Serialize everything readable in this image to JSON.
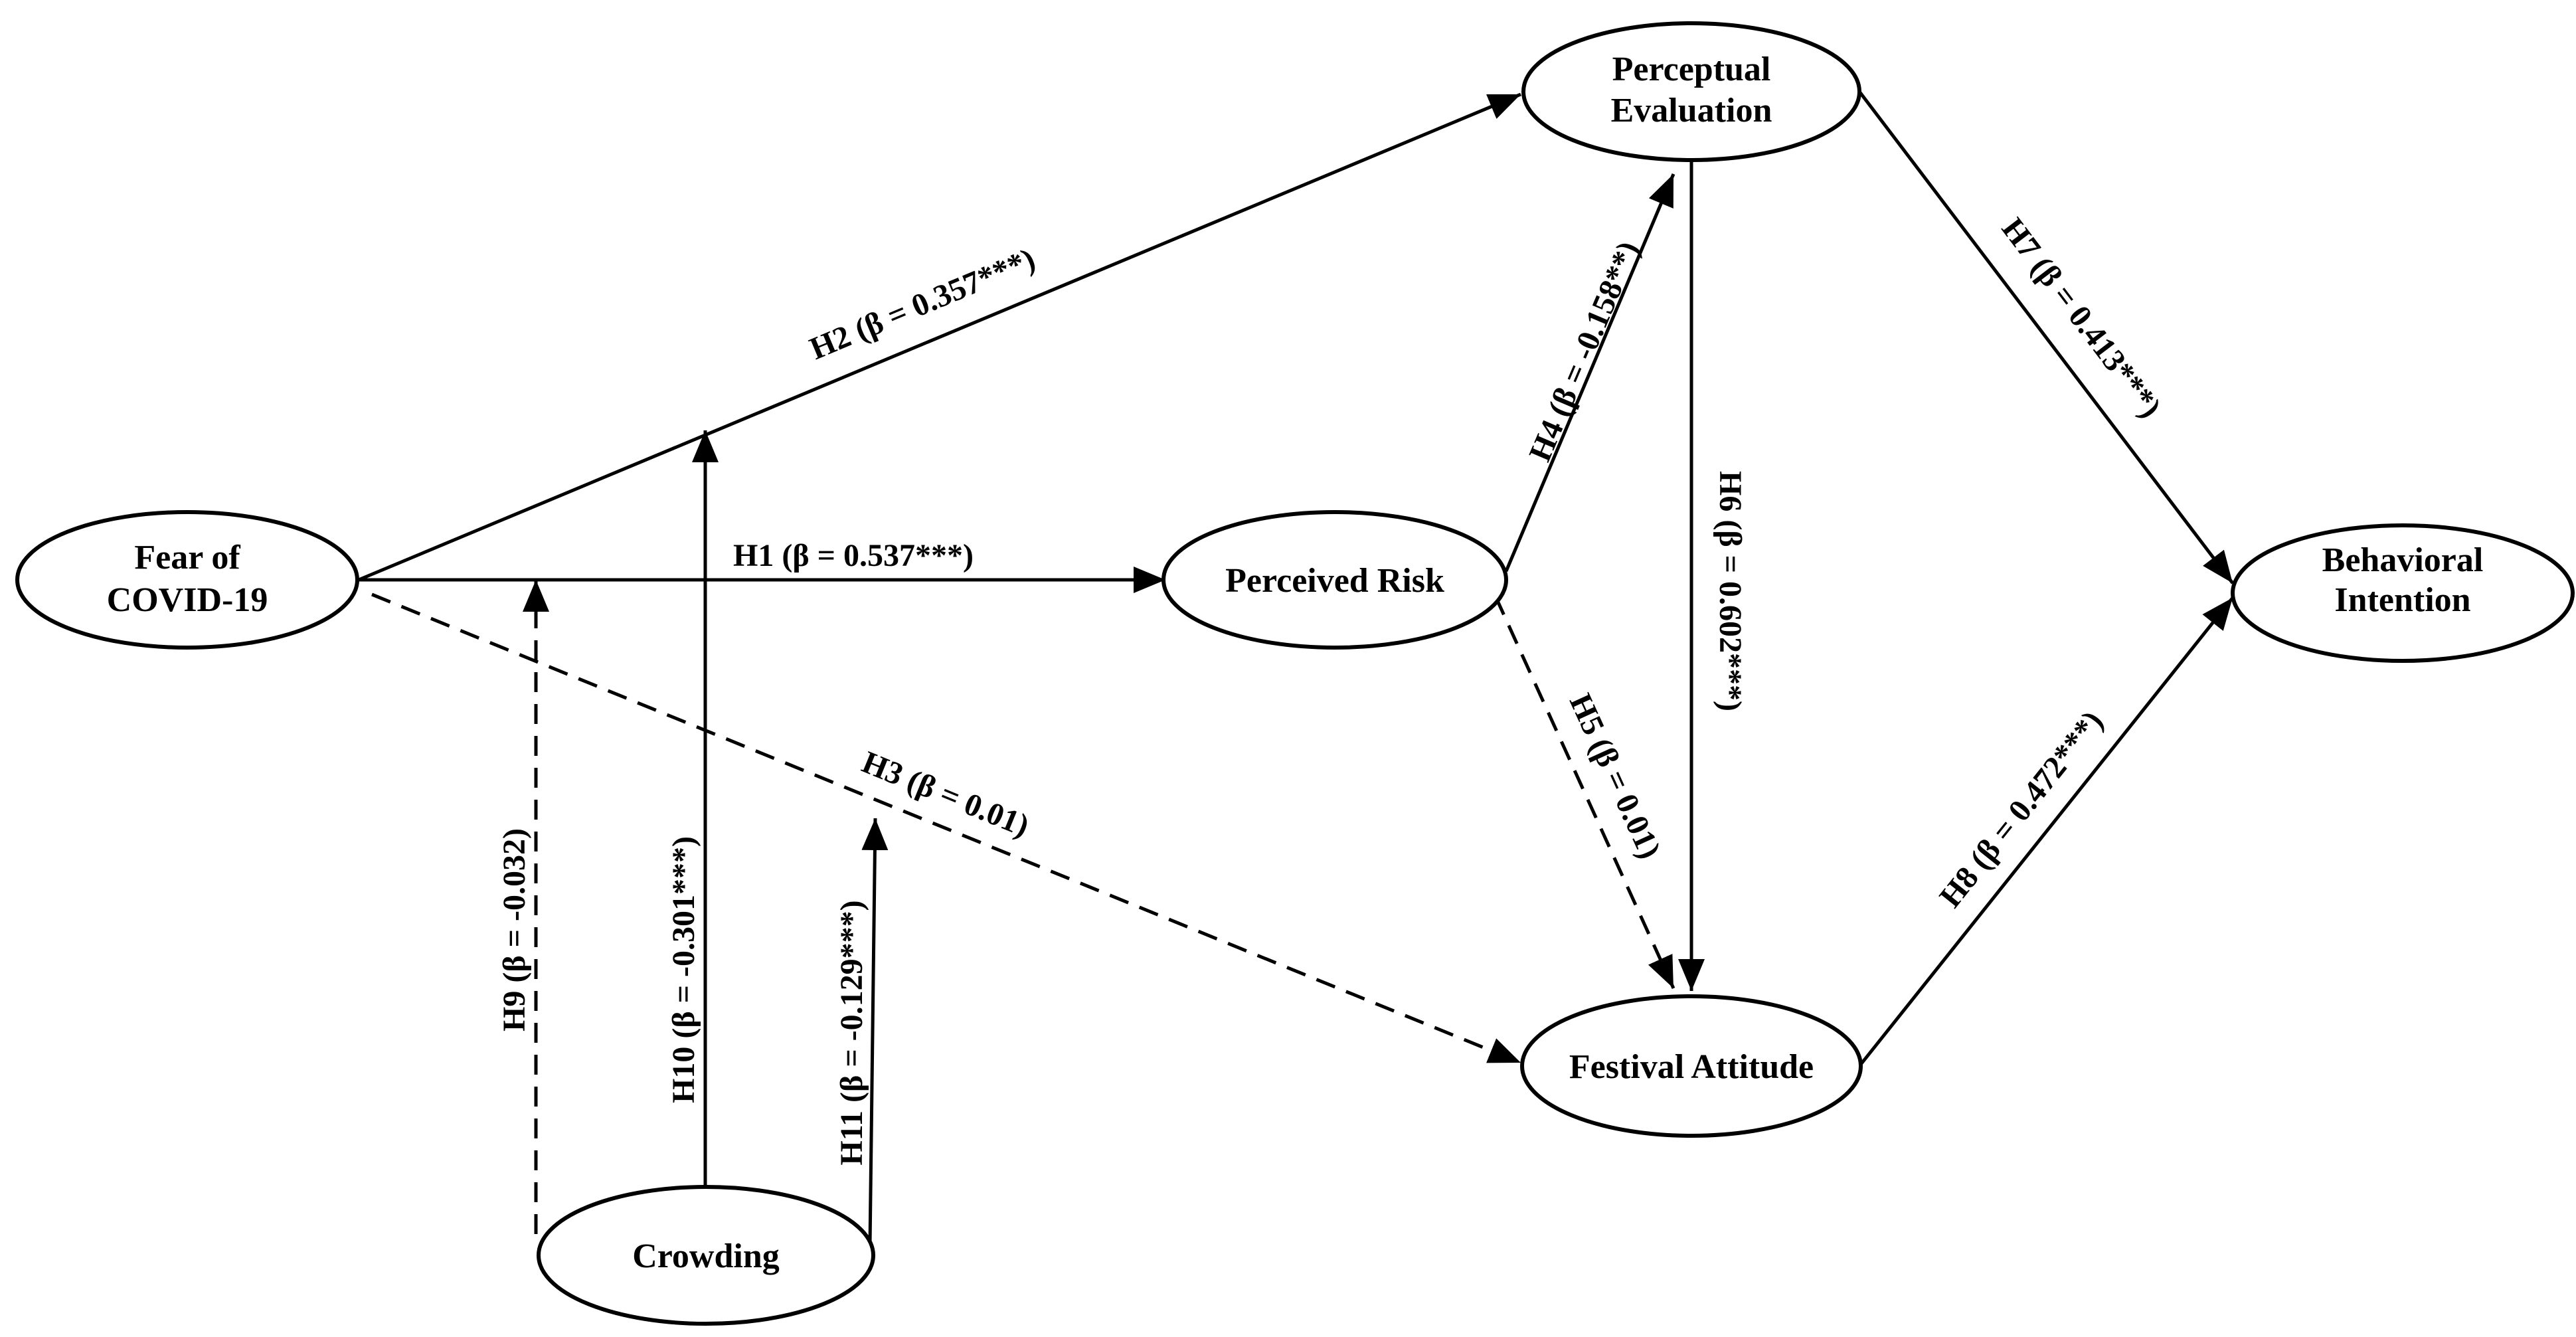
{
  "nodes": {
    "fear": {
      "line1": "Fear of",
      "line2": "COVID-19"
    },
    "perceived_risk": {
      "line1": "Perceived Risk"
    },
    "perceptual_evaluation": {
      "line1": "Perceptual",
      "line2": "Evaluation"
    },
    "festival_attitude": {
      "line1": "Festival Attitude"
    },
    "behavioral_intention": {
      "line1": "Behavioral",
      "line2": "Intention"
    },
    "crowding": {
      "line1": "Crowding"
    }
  },
  "edges": {
    "h1": {
      "label": "H1 (β = 0.537***)",
      "significant": true
    },
    "h2": {
      "label": "H2 (β = 0.357***)",
      "significant": true
    },
    "h3": {
      "label": "H3 (β = 0.01)",
      "significant": false
    },
    "h4": {
      "label": "H4 (β = -0.158**)",
      "significant": true
    },
    "h5": {
      "label": "H5 (β = 0.01)",
      "significant": false
    },
    "h6": {
      "label": "H6 (β = 0.602***)",
      "significant": true
    },
    "h7": {
      "label": "H7 (β = 0.413***)",
      "significant": true
    },
    "h8": {
      "label": "H8 (β = 0.472***)",
      "significant": true
    },
    "h9": {
      "label": "H9 (β = -0.032)",
      "significant": false
    },
    "h10": {
      "label": "H10 (β = -0.301***)",
      "significant": true
    },
    "h11": {
      "label": "H11 (β = -0.129***)",
      "significant": true
    }
  },
  "colors": {
    "stroke": "#000000",
    "background": "#ffffff"
  }
}
